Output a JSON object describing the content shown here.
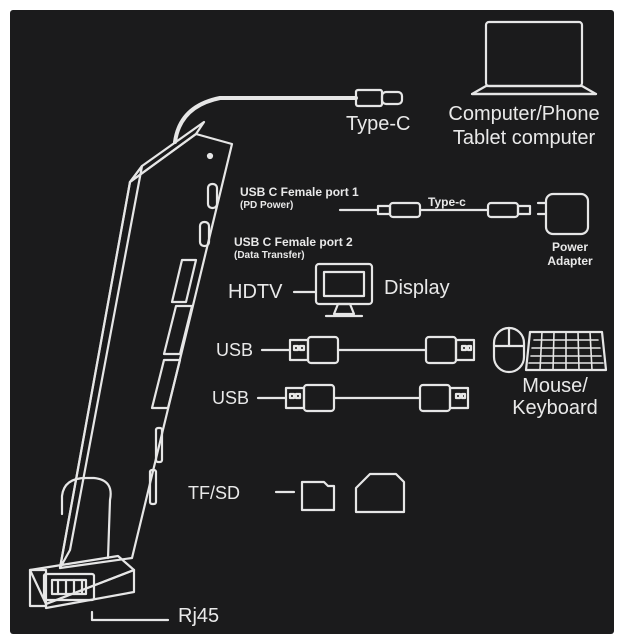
{
  "labels": {
    "type_c": "Type-C",
    "computer_line1": "Computer/Phone",
    "computer_line2": "Tablet computer",
    "usbc_port1": "USB C Female port 1",
    "usbc_port1_note": "(PD Power)",
    "usbc_port2": "USB C Female port 2",
    "usbc_port2_note": "(Data Transfer)",
    "cable_type_c": "Type-c",
    "power_line1": "Power",
    "power_line2": "Adapter",
    "hdtv": "HDTV",
    "display": "Display",
    "usb_1": "USB",
    "usb_2": "USB",
    "mouse_line1": "Mouse/",
    "mouse_line2": "Keyboard",
    "tfsd": "TF/SD",
    "rj45": "Rj45"
  },
  "colors": {
    "background": "#1b1b1c",
    "line_art": "#e6e6e6",
    "frame": "#ffffff"
  },
  "icons": [
    "laptop-icon",
    "usb-c-plug-icon",
    "power-adapter-icon",
    "monitor-icon",
    "usb-a-plug-icon",
    "mouse-icon",
    "keyboard-icon",
    "tf-card-icon",
    "sd-card-icon",
    "hub-device-icon"
  ]
}
